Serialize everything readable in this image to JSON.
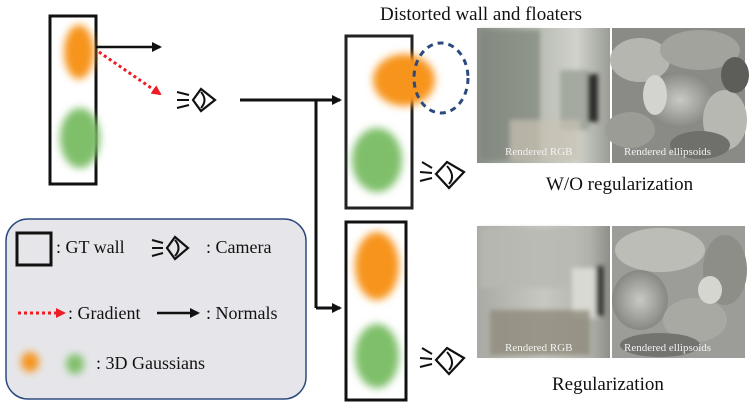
{
  "top_title": "Distorted wall and floaters",
  "caption_top": "W/O regularization",
  "caption_bottom": "Regularization",
  "photo_labels": {
    "rgb": "Rendered RGB",
    "ellipsoids": "Rendered ellipsoids"
  },
  "legend": {
    "gt_wall": ": GT wall",
    "camera": ": Camera",
    "gradient": ": Gradient",
    "normals": ": Normals",
    "gaussians": ": 3D Gaussians"
  },
  "colors": {
    "orange": "#f7941d",
    "green": "#7fbf6a",
    "red": "#ee1c24",
    "navy": "#2b4a7e",
    "legend_bg": "#e6e6ea"
  }
}
